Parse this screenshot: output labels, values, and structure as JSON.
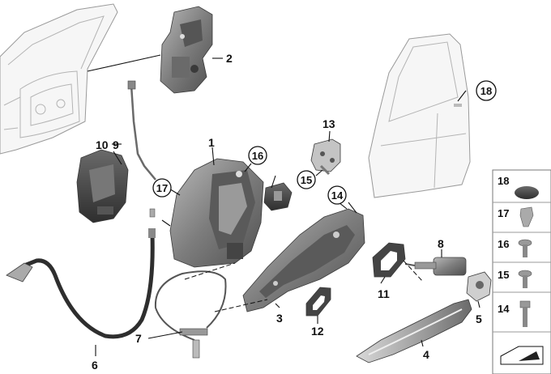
{
  "labels": {
    "p1": "1",
    "p2": "2",
    "p3": "3",
    "p4": "4",
    "p5": "5",
    "p6": "6",
    "p7": "7",
    "p8": "8",
    "p9": "9",
    "p10": "10",
    "p11": "11",
    "p12": "12",
    "p13": "13",
    "p14": "14",
    "p15": "15",
    "p16": "16",
    "p17": "17",
    "p18": "18"
  },
  "legend": {
    "items": [
      "18",
      "17",
      "16",
      "15",
      "14"
    ]
  },
  "colors": {
    "part_dark": "#5e5e5e",
    "part_mid": "#8a8a8a",
    "part_light": "#c8c8c8",
    "door_panel": "#f6f6f6",
    "ink": "#111111"
  }
}
